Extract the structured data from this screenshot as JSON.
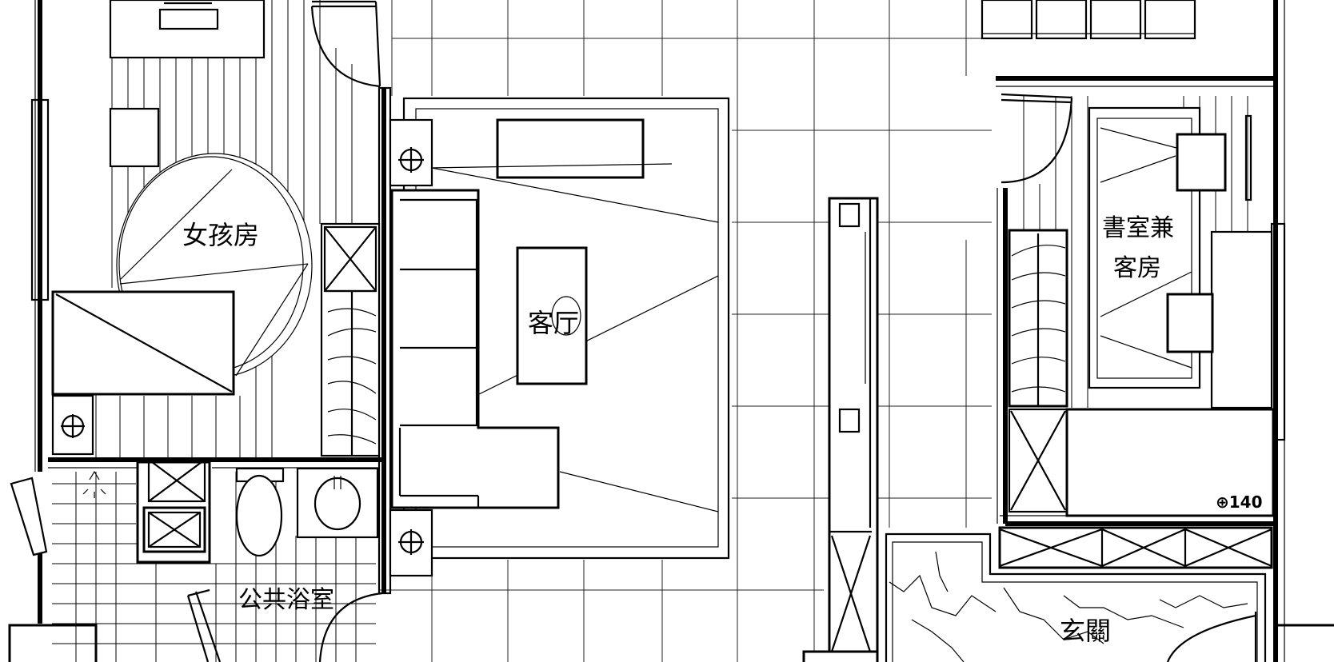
{
  "rooms": {
    "girls_room": "女孩房",
    "living_room": "客厅",
    "study_line1": "書室兼",
    "study_line2": "客房",
    "public_bath": "公共浴室",
    "entrance": "玄關"
  },
  "annotations": {
    "height_mark": "⊕140"
  }
}
